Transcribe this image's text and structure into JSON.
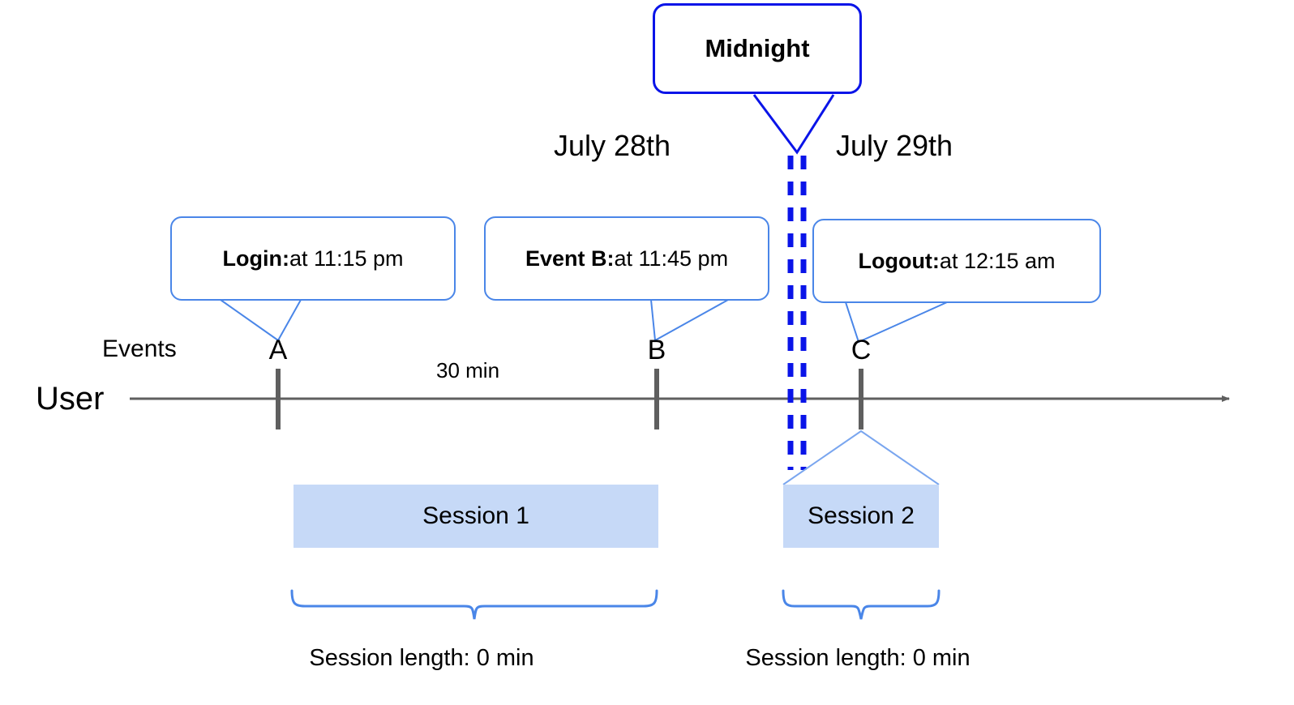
{
  "diagram": {
    "title": "User session timeline across midnight",
    "colors": {
      "callout_border": "#4a86e8",
      "midnight_border": "#0a14e8",
      "midnight_dash": "#0a14e8",
      "session_fill": "#c6d9f7",
      "axis": "#5f5f5f",
      "brace": "#4a86e8",
      "text": "#000000"
    }
  },
  "axis": {
    "row_label": "User",
    "events_label": "Events",
    "gap_label": "30 min"
  },
  "days": [
    {
      "label": "July 28th"
    },
    {
      "label": "July 29th"
    }
  ],
  "midnight": {
    "label": "Midnight"
  },
  "events": [
    {
      "letter": "A",
      "callout_bold": "Login:",
      "callout_rest": " at 11:15 pm"
    },
    {
      "letter": "B",
      "callout_bold": "Event B:",
      "callout_rest": " at 11:45 pm"
    },
    {
      "letter": "C",
      "callout_bold": "Logout:",
      "callout_rest": " at 12:15 am"
    }
  ],
  "sessions": [
    {
      "box_label": "Session 1",
      "length_label": "Session length: 0 min"
    },
    {
      "box_label": "Session 2",
      "length_label": "Session length: 0 min"
    }
  ]
}
